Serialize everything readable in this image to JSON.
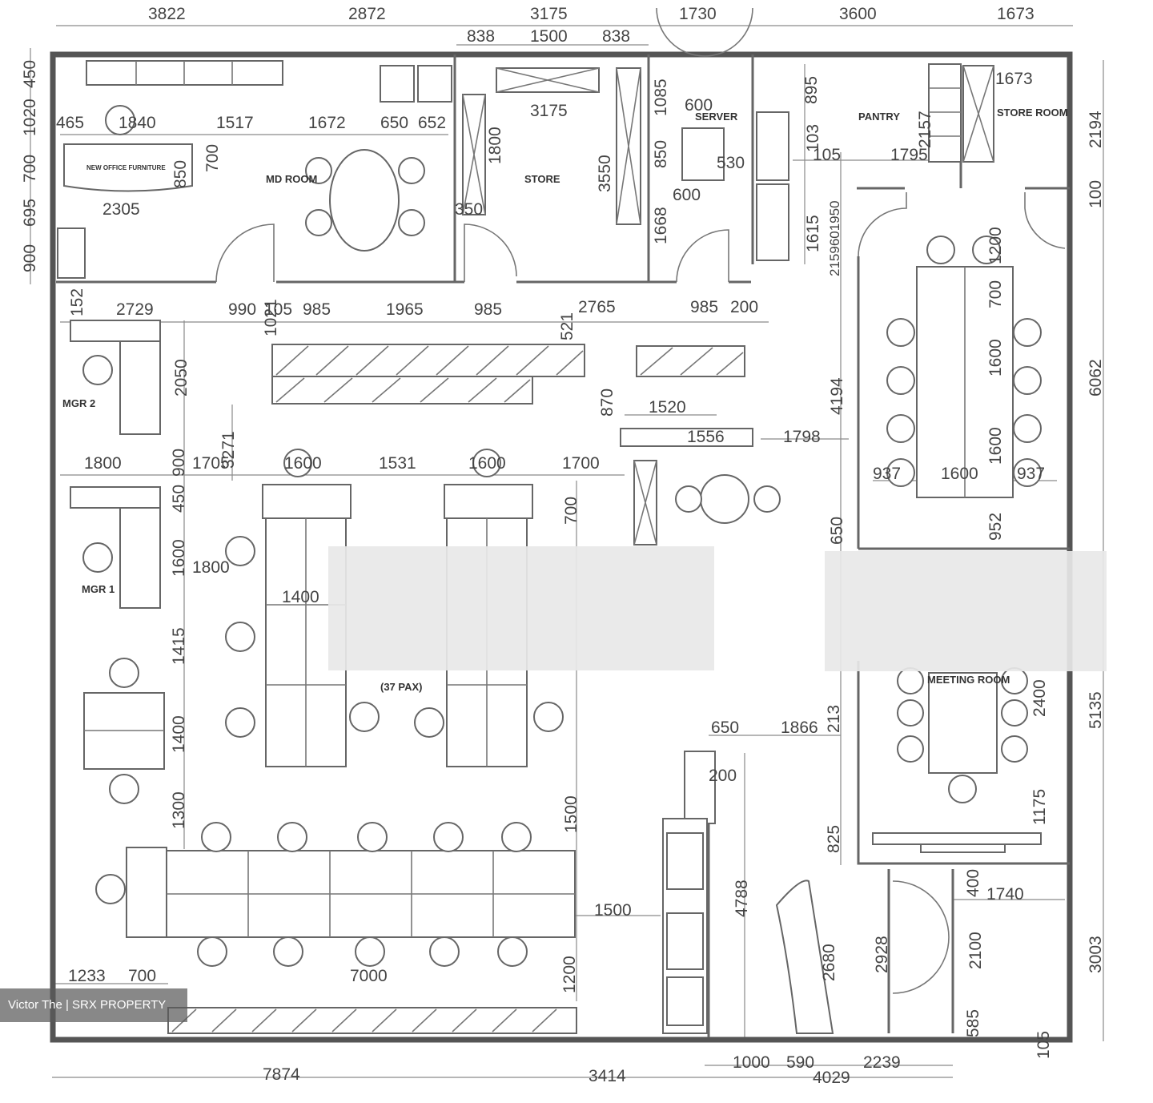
{
  "rooms": {
    "md_room": "MD ROOM",
    "store": "STORE",
    "server": "SERVER",
    "pantry": "PANTRY",
    "store_room": "STORE ROOM",
    "mgr2": "MGR 2",
    "mgr1": "MGR 1",
    "open_office": "(37 PAX)",
    "meeting_room": "MEETING ROOM",
    "new_furniture": "NEW OFFICE FURNITURE"
  },
  "dimensions": {
    "top": [
      "3822",
      "2872",
      "3175",
      "1730",
      "3600",
      "1673"
    ],
    "top_sub": [
      "838",
      "1500",
      "838"
    ],
    "bottom": [
      "7874",
      "3414",
      "4029"
    ],
    "bottom_sub": [
      "1000",
      "590",
      "2239"
    ],
    "left": [
      "450",
      "1020",
      "700",
      "695",
      "900"
    ],
    "right": [
      "2194",
      "100",
      "6062",
      "5135",
      "3003",
      "105"
    ],
    "md": [
      "465",
      "1840",
      "1517",
      "1672",
      "650",
      "652",
      "2305",
      "850",
      "700"
    ],
    "store": [
      "3175",
      "1800",
      "3550",
      "350"
    ],
    "server": [
      "1085",
      "600",
      "850",
      "530",
      "600",
      "1668"
    ],
    "pantry": [
      "895",
      "1673",
      "2157",
      "103",
      "105",
      "1795",
      "1615",
      "2159601950"
    ],
    "corridor": [
      "2729",
      "990",
      "105",
      "985",
      "1965",
      "985",
      "2765",
      "985",
      "200",
      "152",
      "1021",
      "521"
    ],
    "mid": [
      "2050",
      "3271",
      "870",
      "1520",
      "1556",
      "1798",
      "4194"
    ],
    "desks": [
      "1800",
      "900",
      "1705",
      "1600",
      "1531",
      "1600",
      "1700",
      "450",
      "700",
      "1600",
      "1800",
      "1400",
      "1415",
      "1400",
      "1300",
      "1500",
      "1500",
      "1200",
      "1233",
      "700",
      "7000"
    ],
    "conf": [
      "1200",
      "700",
      "1600",
      "1600",
      "937",
      "1600",
      "937",
      "952",
      "650"
    ],
    "meeting": [
      "2400",
      "1175",
      "825",
      "213",
      "650",
      "1866",
      "200",
      "4788",
      "2680",
      "2928",
      "400",
      "1740",
      "2100",
      "585"
    ]
  },
  "watermark": "Victor The | SRX PROPERTY"
}
